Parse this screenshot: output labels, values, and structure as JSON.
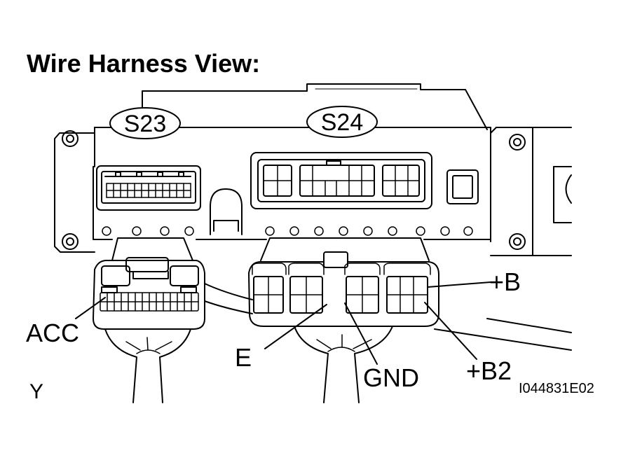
{
  "title": "Wire Harness View:",
  "connectors": {
    "s23": "S23",
    "s24": "S24"
  },
  "callouts": {
    "acc": "ACC",
    "e": "E",
    "gnd": "GND",
    "b": "+B",
    "b2": "+B2"
  },
  "view_mark": "Y",
  "figure_id": "I044831E02"
}
